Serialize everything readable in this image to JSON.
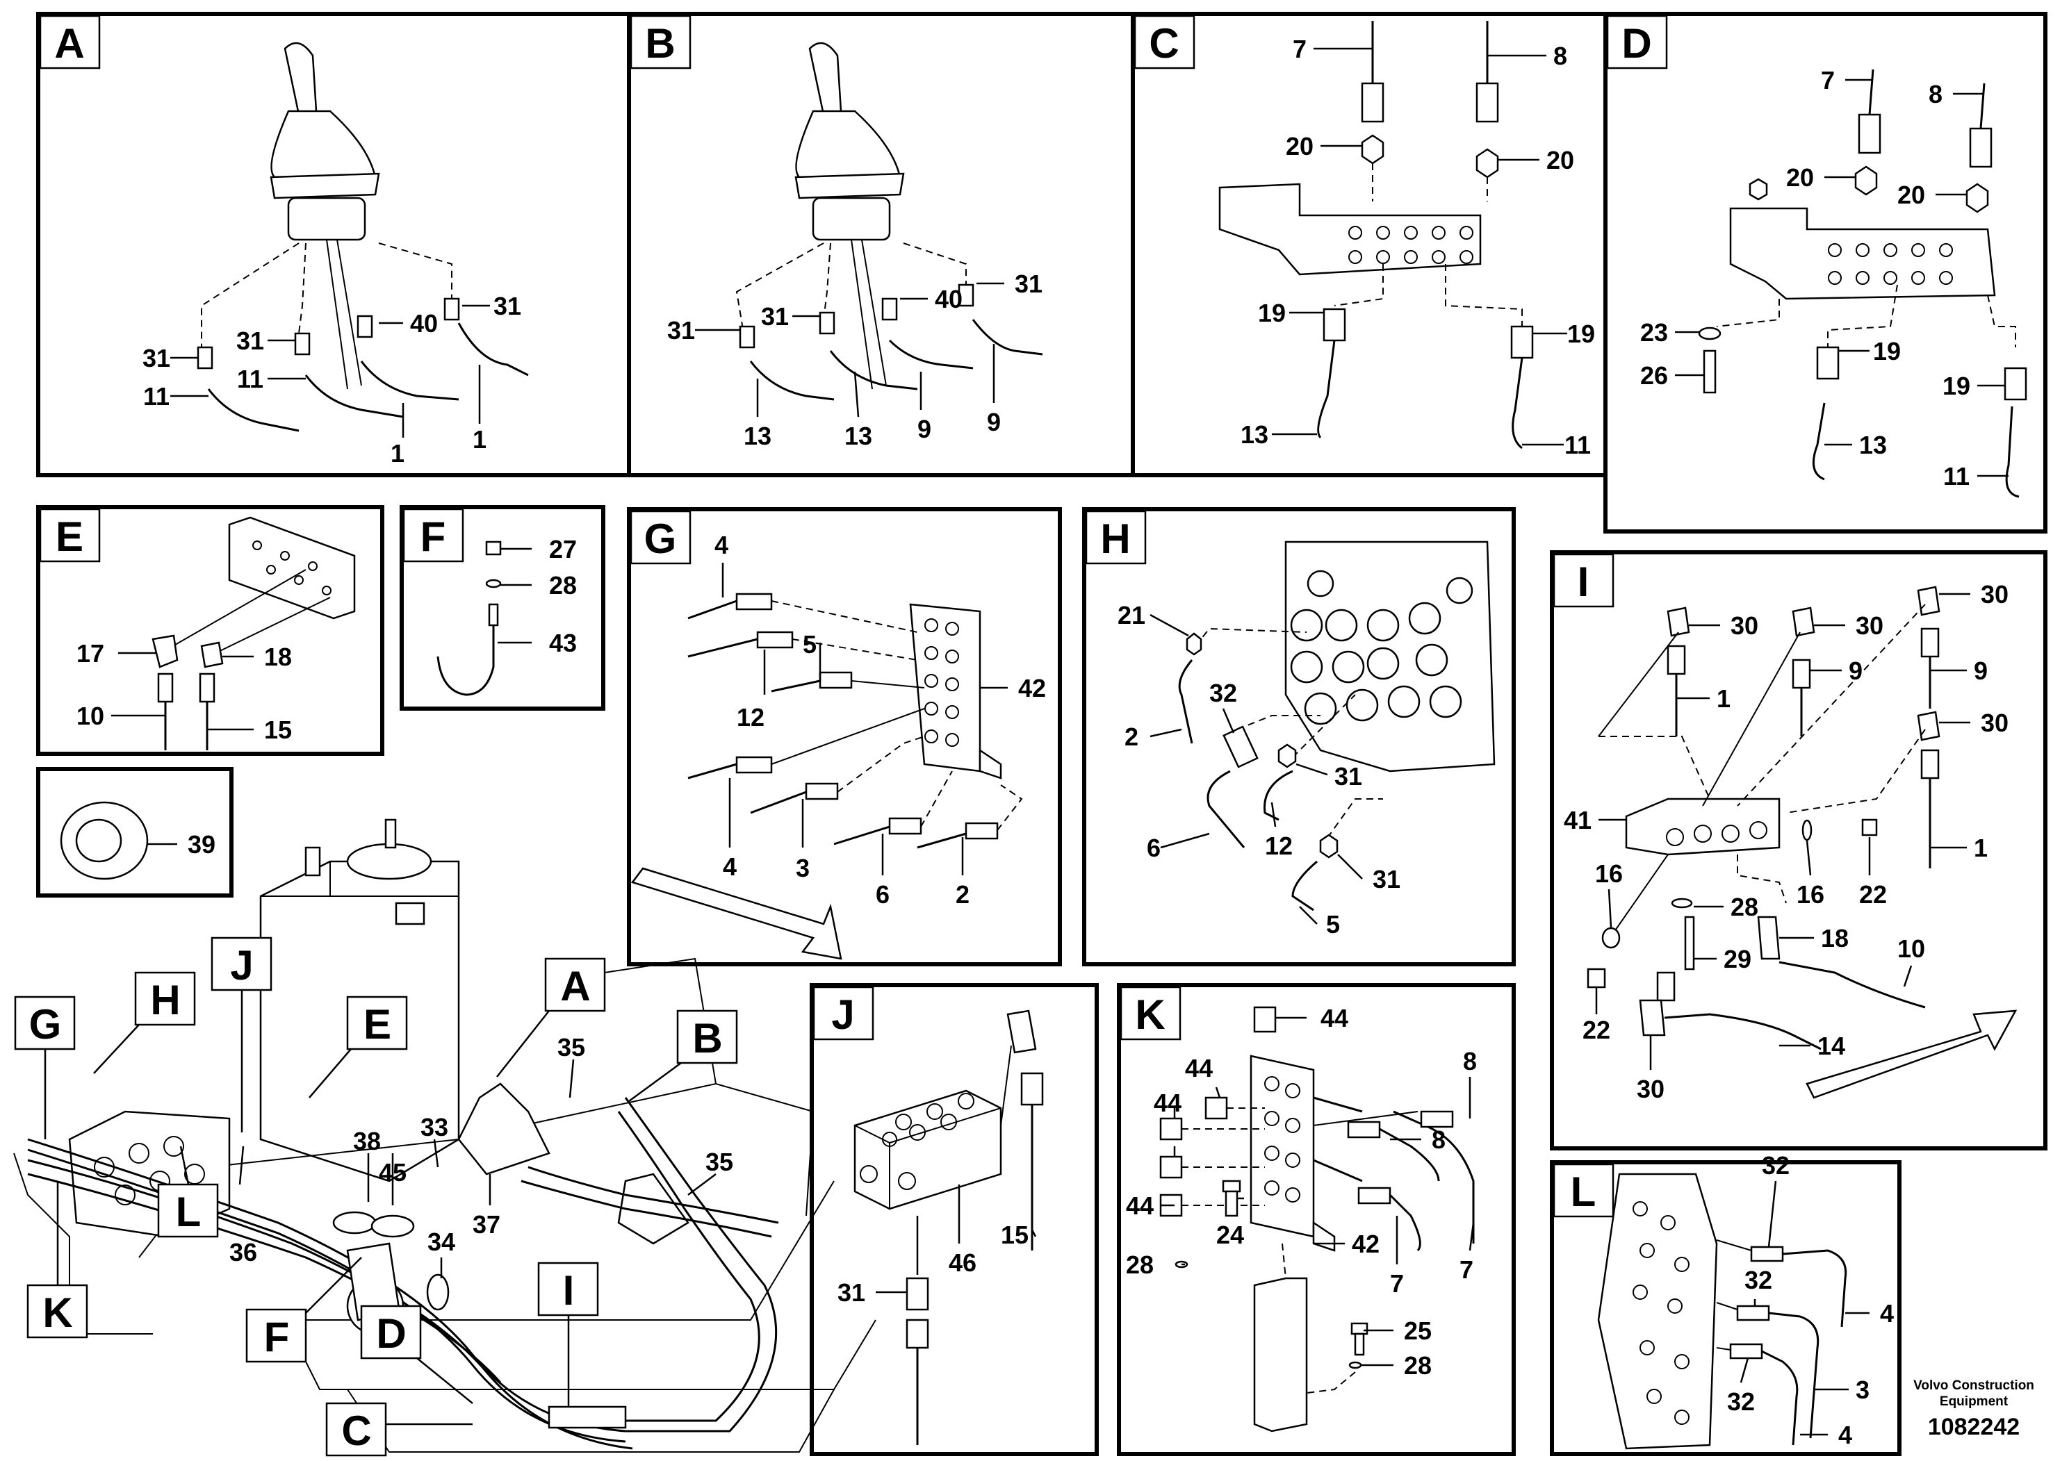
{
  "panels": [
    {
      "letter": "A",
      "callouts": [
        "31",
        "31",
        "40",
        "31",
        "11",
        "11",
        "1",
        "1"
      ]
    },
    {
      "letter": "B",
      "callouts": [
        "31",
        "31",
        "40",
        "31",
        "13",
        "13",
        "9",
        "9"
      ]
    },
    {
      "letter": "C",
      "callouts": [
        "7",
        "8",
        "20",
        "20",
        "19",
        "19",
        "13",
        "11"
      ]
    },
    {
      "letter": "D",
      "callouts": [
        "7",
        "8",
        "20",
        "20",
        "23",
        "26",
        "19",
        "19",
        "13",
        "11"
      ]
    },
    {
      "letter": "E",
      "callouts": [
        "17",
        "18",
        "10",
        "15"
      ]
    },
    {
      "letter": "F",
      "callouts": [
        "27",
        "28",
        "43"
      ]
    },
    {
      "letter": "G",
      "callouts": [
        "4",
        "12",
        "5",
        "42",
        "4",
        "3",
        "6",
        "2"
      ]
    },
    {
      "letter": "H",
      "callouts": [
        "21",
        "32",
        "2",
        "6",
        "12",
        "31",
        "31",
        "5"
      ]
    },
    {
      "letter": "I",
      "callouts": [
        "30",
        "30",
        "30",
        "30",
        "1",
        "9",
        "9",
        "1",
        "41",
        "16",
        "16",
        "22",
        "28",
        "18",
        "10",
        "22",
        "29",
        "14",
        "30"
      ]
    },
    {
      "letter": "J",
      "callouts": [
        "15",
        "46",
        "31"
      ]
    },
    {
      "letter": "K",
      "callouts": [
        "44",
        "44",
        "44",
        "44",
        "8",
        "8",
        "24",
        "28",
        "42",
        "7",
        "7",
        "25",
        "28"
      ]
    },
    {
      "letter": "L",
      "callouts": [
        "32",
        "32",
        "32",
        "4",
        "3",
        "4"
      ]
    }
  ],
  "single_item": {
    "callout": "39"
  },
  "overview": {
    "view_labels": [
      "G",
      "H",
      "J",
      "E",
      "A",
      "B",
      "L",
      "K",
      "F",
      "D",
      "I",
      "C"
    ],
    "callouts": [
      "35",
      "35",
      "33",
      "38",
      "45",
      "37",
      "36",
      "34"
    ]
  },
  "footer": {
    "brand_line1": "Volvo Construction",
    "brand_line2": "Equipment",
    "drawing_number": "1082242"
  }
}
